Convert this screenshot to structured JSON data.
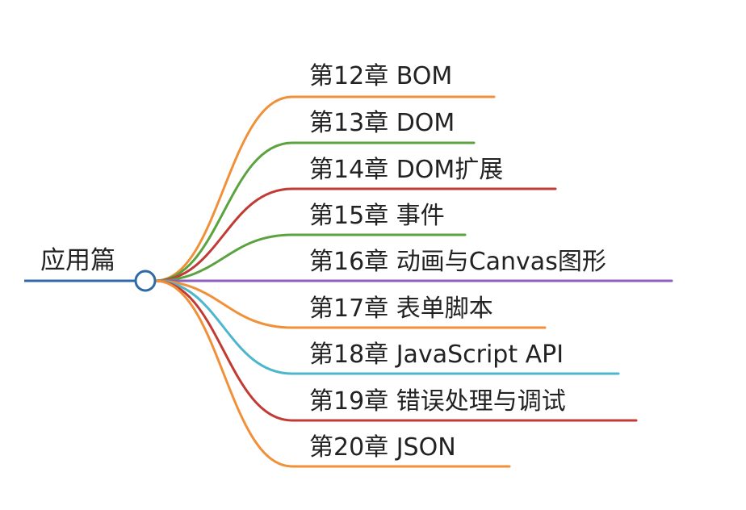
{
  "root": {
    "label": "应用篇",
    "line_color": "#2f6aa8",
    "node_fill": "#ffffff",
    "node_stroke": "#2f6aa8"
  },
  "branches": [
    {
      "label": "第12章 BOM",
      "color": "#f0913a"
    },
    {
      "label": "第13章 DOM",
      "color": "#5aa33f"
    },
    {
      "label": "第14章 DOM扩展",
      "color": "#c23a34"
    },
    {
      "label": "第15章 事件",
      "color": "#5aa33f"
    },
    {
      "label": "第16章 动画与Canvas图形",
      "color": "#8e5fbf"
    },
    {
      "label": "第17章 表单脚本",
      "color": "#f0913a"
    },
    {
      "label": "第18章 JavaScript API",
      "color": "#4bb6cc"
    },
    {
      "label": "第19章 错误处理与调试",
      "color": "#c23a34"
    },
    {
      "label": "第20章 JSON",
      "color": "#f0913a"
    }
  ]
}
